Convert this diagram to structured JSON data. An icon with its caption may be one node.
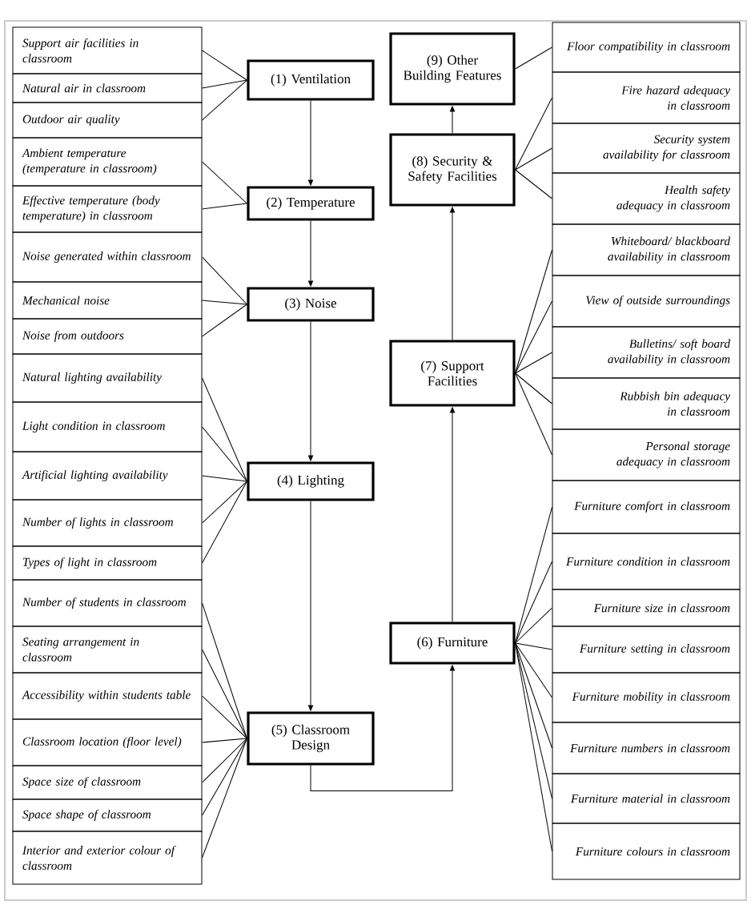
{
  "diagram": {
    "nodes": [
      {
        "text": [
          "(1) Ventilation"
        ]
      },
      {
        "text": [
          "(2) Temperature"
        ]
      },
      {
        "text": [
          "(3) Noise"
        ]
      },
      {
        "text": [
          "(4) Lighting"
        ]
      },
      {
        "text": [
          "(5) Classroom Design"
        ]
      },
      {
        "text": [
          "(6) Furniture"
        ]
      },
      {
        "text": [
          "(7) Support Facilities"
        ]
      },
      {
        "text": [
          "(8) Security & Safety Facilities"
        ]
      },
      {
        "text": [
          "(9) Other Building Features"
        ]
      },
      {
        "text": [
          "Support air facilities in classroom"
        ]
      },
      {
        "text": [
          "Natural air in classroom"
        ]
      },
      {
        "text": [
          "Outdoor air quality"
        ]
      },
      {
        "text": [
          "Ambient temperature (temperature in classroom)"
        ]
      },
      {
        "text": [
          "Effective temperature (body temperature) in classroom"
        ]
      },
      {
        "text": [
          "Noise generated within classroom"
        ]
      },
      {
        "text": [
          "Mechanical noise"
        ]
      },
      {
        "text": [
          "Noise from outdoors"
        ]
      },
      {
        "text": [
          "Natural lighting availability"
        ]
      },
      {
        "text": [
          "Light condition in classroom"
        ]
      },
      {
        "text": [
          "Artificial lighting availability"
        ]
      },
      {
        "text": [
          "Number of lights in classroom"
        ]
      },
      {
        "text": [
          "Types of light in classroom"
        ]
      },
      {
        "text": [
          "Number of students in classroom"
        ]
      },
      {
        "text": [
          "Seating arrangement in classroom"
        ]
      },
      {
        "text": [
          "Accessibility within students table"
        ]
      },
      {
        "text": [
          "Classroom location (floor level)"
        ]
      },
      {
        "text": [
          "Space size of classroom"
        ]
      },
      {
        "text": [
          "Space shape of classroom"
        ]
      },
      {
        "text": [
          "Interior and exterior colour of classroom"
        ]
      },
      {
        "text": [
          "Floor compatibility in classroom"
        ]
      },
      {
        "text": [
          "Fire hazard adequacy in classroom"
        ]
      },
      {
        "text": [
          "Security system availability for classroom"
        ]
      },
      {
        "text": [
          "Health safety adequacy in classroom"
        ]
      },
      {
        "text": [
          "Whiteboard/ blackboard availability in classroom"
        ]
      },
      {
        "text": [
          "View of outside surroundings"
        ]
      },
      {
        "text": [
          "Bulletins/ soft board availability in classroom"
        ]
      },
      {
        "text": [
          "Rubbish bin adequacy in classroom"
        ]
      },
      {
        "text": [
          "Personal storage adequacy in classroom"
        ]
      },
      {
        "text": [
          "Furniture comfort in classroom"
        ]
      },
      {
        "text": [
          "Furniture condition in classroom"
        ]
      },
      {
        "text": [
          "Furniture size in classroom"
        ]
      },
      {
        "text": [
          "Furniture setting in classroom"
        ]
      },
      {
        "text": [
          "Furniture mobility in classroom"
        ]
      },
      {
        "text": [
          "Furniture numbers in classroom"
        ]
      },
      {
        "text": [
          "Furniture material in classroom"
        ]
      },
      {
        "text": [
          "Furniture colours in classroom"
        ]
      }
    ],
    "edges": [
      {
        "from": 0,
        "to": 1,
        "arrow": "to"
      },
      {
        "from": 1,
        "to": 2,
        "arrow": "to"
      },
      {
        "from": 2,
        "to": 3,
        "arrow": "to"
      },
      {
        "from": 3,
        "to": 4,
        "arrow": "to"
      },
      {
        "from": 4,
        "to": 5,
        "arrow": "to"
      },
      {
        "from": 5,
        "to": 6,
        "arrow": "to"
      },
      {
        "from": 6,
        "to": 7,
        "arrow": "to"
      },
      {
        "from": 7,
        "to": 8,
        "arrow": "to"
      },
      {
        "from": 9,
        "to": 0,
        "arrow": "none"
      },
      {
        "from": 10,
        "to": 0,
        "arrow": "none"
      },
      {
        "from": 11,
        "to": 0,
        "arrow": "none"
      },
      {
        "from": 12,
        "to": 1,
        "arrow": "none"
      },
      {
        "from": 13,
        "to": 1,
        "arrow": "none"
      },
      {
        "from": 14,
        "to": 2,
        "arrow": "none"
      },
      {
        "from": 15,
        "to": 2,
        "arrow": "none"
      },
      {
        "from": 16,
        "to": 2,
        "arrow": "none"
      },
      {
        "from": 17,
        "to": 3,
        "arrow": "none"
      },
      {
        "from": 18,
        "to": 3,
        "arrow": "none"
      },
      {
        "from": 19,
        "to": 3,
        "arrow": "none"
      },
      {
        "from": 20,
        "to": 3,
        "arrow": "none"
      },
      {
        "from": 21,
        "to": 3,
        "arrow": "none"
      },
      {
        "from": 22,
        "to": 4,
        "arrow": "none"
      },
      {
        "from": 23,
        "to": 4,
        "arrow": "none"
      },
      {
        "from": 24,
        "to": 4,
        "arrow": "none"
      },
      {
        "from": 25,
        "to": 4,
        "arrow": "none"
      },
      {
        "from": 26,
        "to": 4,
        "arrow": "none"
      },
      {
        "from": 27,
        "to": 4,
        "arrow": "none"
      },
      {
        "from": 28,
        "to": 4,
        "arrow": "none"
      },
      {
        "from": 29,
        "to": 8,
        "arrow": "none"
      },
      {
        "from": 30,
        "to": 7,
        "arrow": "none"
      },
      {
        "from": 31,
        "to": 7,
        "arrow": "none"
      },
      {
        "from": 32,
        "to": 7,
        "arrow": "none"
      },
      {
        "from": 33,
        "to": 6,
        "arrow": "none"
      },
      {
        "from": 34,
        "to": 6,
        "arrow": "none"
      },
      {
        "from": 35,
        "to": 6,
        "arrow": "none"
      },
      {
        "from": 36,
        "to": 6,
        "arrow": "none"
      },
      {
        "from": 37,
        "to": 6,
        "arrow": "none"
      },
      {
        "from": 38,
        "to": 5,
        "arrow": "none"
      },
      {
        "from": 39,
        "to": 5,
        "arrow": "none"
      },
      {
        "from": 40,
        "to": 5,
        "arrow": "none"
      },
      {
        "from": 41,
        "to": 5,
        "arrow": "none"
      },
      {
        "from": 42,
        "to": 5,
        "arrow": "none"
      },
      {
        "from": 43,
        "to": 5,
        "arrow": "none"
      },
      {
        "from": 44,
        "to": 5,
        "arrow": "none"
      },
      {
        "from": 45,
        "to": 5,
        "arrow": "none"
      }
    ]
  }
}
